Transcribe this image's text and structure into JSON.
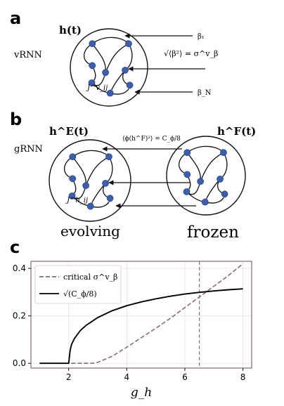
{
  "panel_a": {
    "letter": "a",
    "row_label": "vRNN",
    "state_label": "h(t)",
    "input_first": "β₁",
    "input_last": "β_N",
    "variance_eq": "√⟨β²⟩ = σ^v_β",
    "coupling": "J^v_ij"
  },
  "panel_b": {
    "letter": "b",
    "row_label": "gRNN",
    "left_state": "h^E(t)",
    "right_state": "h^F(t)",
    "feedback_eq": "⟨ϕ(h^F)²⟩ = C_ϕ/8",
    "coupling": "J^h_ij",
    "left_caption": "evolving",
    "right_caption": "frozen"
  },
  "panel_c": {
    "letter": "c"
  },
  "chart_data": {
    "type": "line",
    "xlabel": "g_h",
    "ylabel": "",
    "xlim": [
      0.7,
      8.3
    ],
    "ylim": [
      -0.02,
      0.43
    ],
    "xticks": [
      2,
      4,
      6,
      8
    ],
    "yticks": [
      0.0,
      0.2,
      0.4
    ],
    "grid": true,
    "legend_placement": "top-left",
    "crossing_x": 6.5,
    "series": [
      {
        "name": "critical σ^v_β",
        "style": "dashed",
        "color": "#8a6a70",
        "x": [
          1.0,
          2.0,
          2.8,
          3.0,
          3.5,
          4.0,
          4.5,
          5.0,
          5.5,
          6.0,
          6.5,
          7.0,
          7.5,
          8.0
        ],
        "y": [
          0.0,
          0.0,
          0.0,
          0.004,
          0.03,
          0.068,
          0.108,
          0.148,
          0.19,
          0.235,
          0.28,
          0.325,
          0.37,
          0.42
        ]
      },
      {
        "name": "√(C_ϕ/8)",
        "style": "solid",
        "color": "#000000",
        "x": [
          1.0,
          1.9,
          2.0,
          2.05,
          2.1,
          2.2,
          2.4,
          2.6,
          3.0,
          3.5,
          4.0,
          4.5,
          5.0,
          5.5,
          6.0,
          6.5,
          7.0,
          7.5,
          8.0
        ],
        "y": [
          0.0,
          0.0,
          0.0,
          0.055,
          0.08,
          0.105,
          0.138,
          0.16,
          0.193,
          0.222,
          0.243,
          0.259,
          0.272,
          0.283,
          0.292,
          0.299,
          0.305,
          0.31,
          0.314
        ]
      }
    ]
  },
  "colors": {
    "node": "#3a5fb0",
    "node_edge": "#203c7a",
    "arrow_head": "#c9a489",
    "axis_frame": "#7a4a4a"
  }
}
